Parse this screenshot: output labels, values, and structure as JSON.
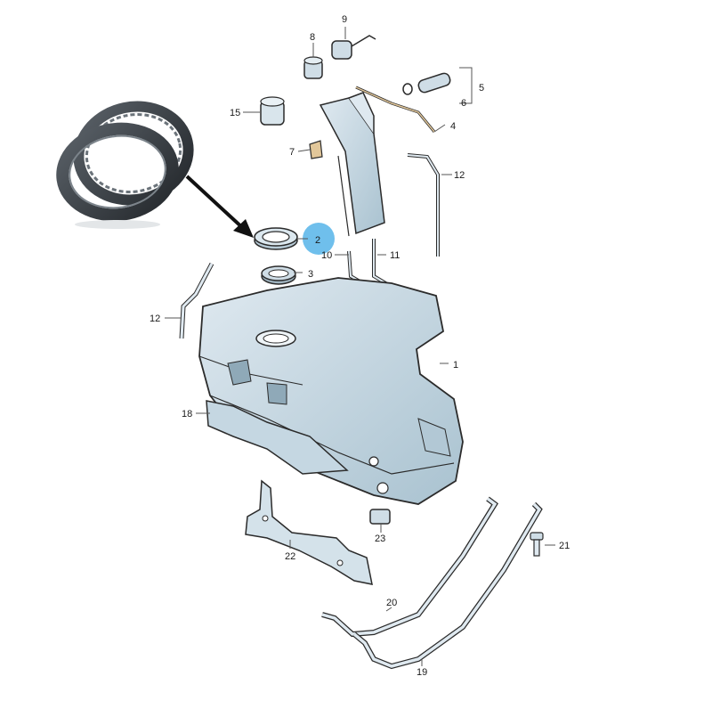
{
  "colors": {
    "part_fill": "#c9dbe6",
    "part_fill_dark": "#9fb8c6",
    "part_stroke": "#2b2b2b",
    "highlight": "#56b4e9",
    "seal_dark": "#3a3f44",
    "leader": "#555555"
  },
  "callouts": [
    {
      "id": "1",
      "text": "1"
    },
    {
      "id": "2",
      "text": "2",
      "highlighted": true
    },
    {
      "id": "3",
      "text": "3"
    },
    {
      "id": "4",
      "text": "4"
    },
    {
      "id": "5",
      "text": "5"
    },
    {
      "id": "6",
      "text": "6"
    },
    {
      "id": "7",
      "text": "7"
    },
    {
      "id": "8",
      "text": "8"
    },
    {
      "id": "9",
      "text": "9"
    },
    {
      "id": "10",
      "text": "10"
    },
    {
      "id": "11",
      "text": "11"
    },
    {
      "id": "12a",
      "text": "12"
    },
    {
      "id": "12b",
      "text": "12"
    },
    {
      "id": "15",
      "text": "15"
    },
    {
      "id": "18",
      "text": "18"
    },
    {
      "id": "19",
      "text": "19"
    },
    {
      "id": "20",
      "text": "20"
    },
    {
      "id": "21",
      "text": "21"
    },
    {
      "id": "22",
      "text": "22"
    },
    {
      "id": "23",
      "text": "23"
    }
  ],
  "icons": {
    "seal_photo": "seal-ring-photo",
    "arrow": "pointer-arrow-icon"
  }
}
